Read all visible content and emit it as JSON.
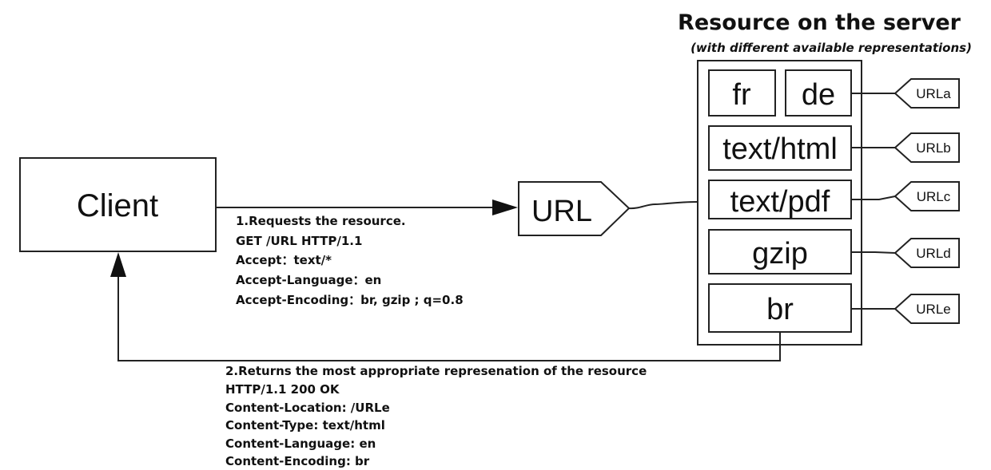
{
  "server": {
    "title": "Resource on the server",
    "subtitle": "(with different available representations)"
  },
  "client": {
    "label": "Client"
  },
  "url_node": {
    "label": "URL"
  },
  "representations": {
    "fr": "fr",
    "de": "de",
    "html": "text/html",
    "pdf": "text/pdf",
    "gzip": "gzip",
    "br": "br"
  },
  "url_tags": [
    "URLa",
    "URLb",
    "URLc",
    "URLd",
    "URLe"
  ],
  "request": {
    "lines": [
      "1.Requests the resource.",
      "GET /URL HTTP/1.1",
      "Accept：text/*",
      "Accept-Language：en",
      "Accept-Encoding：br,  gzip ;  q=0.8"
    ]
  },
  "response": {
    "lines": [
      "2.Returns the most appropriate represenation of the resource",
      "HTTP/1.1  200  OK",
      "Content-Location:  /URLe",
      "Content-Type:  text/html",
      "Content-Language:   en",
      "Content-Encoding:    br"
    ]
  },
  "colors": {
    "stroke": "#222222",
    "text": "#111111",
    "background": "#ffffff"
  }
}
